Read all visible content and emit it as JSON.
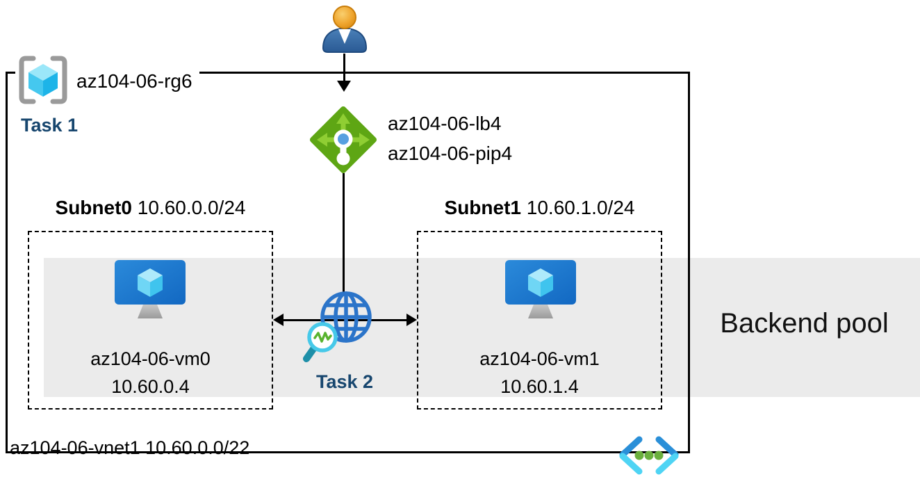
{
  "resource_group": {
    "label": "az104-06-rg6",
    "task1_label": "Task 1"
  },
  "load_balancer": {
    "name": "az104-06-lb4",
    "public_ip": "az104-06-pip4"
  },
  "task2_label": "Task 2",
  "subnets": [
    {
      "name": "Subnet0",
      "cidr": "10.60.0.0/24",
      "vm": {
        "name": "az104-06-vm0",
        "ip": "10.60.0.4"
      }
    },
    {
      "name": "Subnet1",
      "cidr": "10.60.1.0/24",
      "vm": {
        "name": "az104-06-vm1",
        "ip": "10.60.1.4"
      }
    }
  ],
  "backend_pool": {
    "label": "Backend pool"
  },
  "vnet": {
    "label": "az104-06-vnet1 10.60.0.0/22"
  },
  "icons": {
    "user": "user-icon",
    "resource_group": "resource-group-brackets-cube-icon",
    "load_balancer": "load-balancer-icon",
    "virtual_machine": "vm-monitor-cube-icon",
    "dns_health_probe": "globe-magnifier-icon",
    "virtual_network": "code-brackets-dots-icon"
  },
  "colors": {
    "task_text": "#17466e",
    "backend_band": "#ebebeb",
    "lb_green": "#5ea614",
    "lb_arrow_green": "#8fce33",
    "vm_blue": "#1f7fd4",
    "cube_cyan": "#45c8ef",
    "globe_blue": "#2b74c9",
    "magnifier_cyan": "#47c9e9",
    "bracket_gray": "#9a9a9a",
    "line_black": "#000000"
  }
}
